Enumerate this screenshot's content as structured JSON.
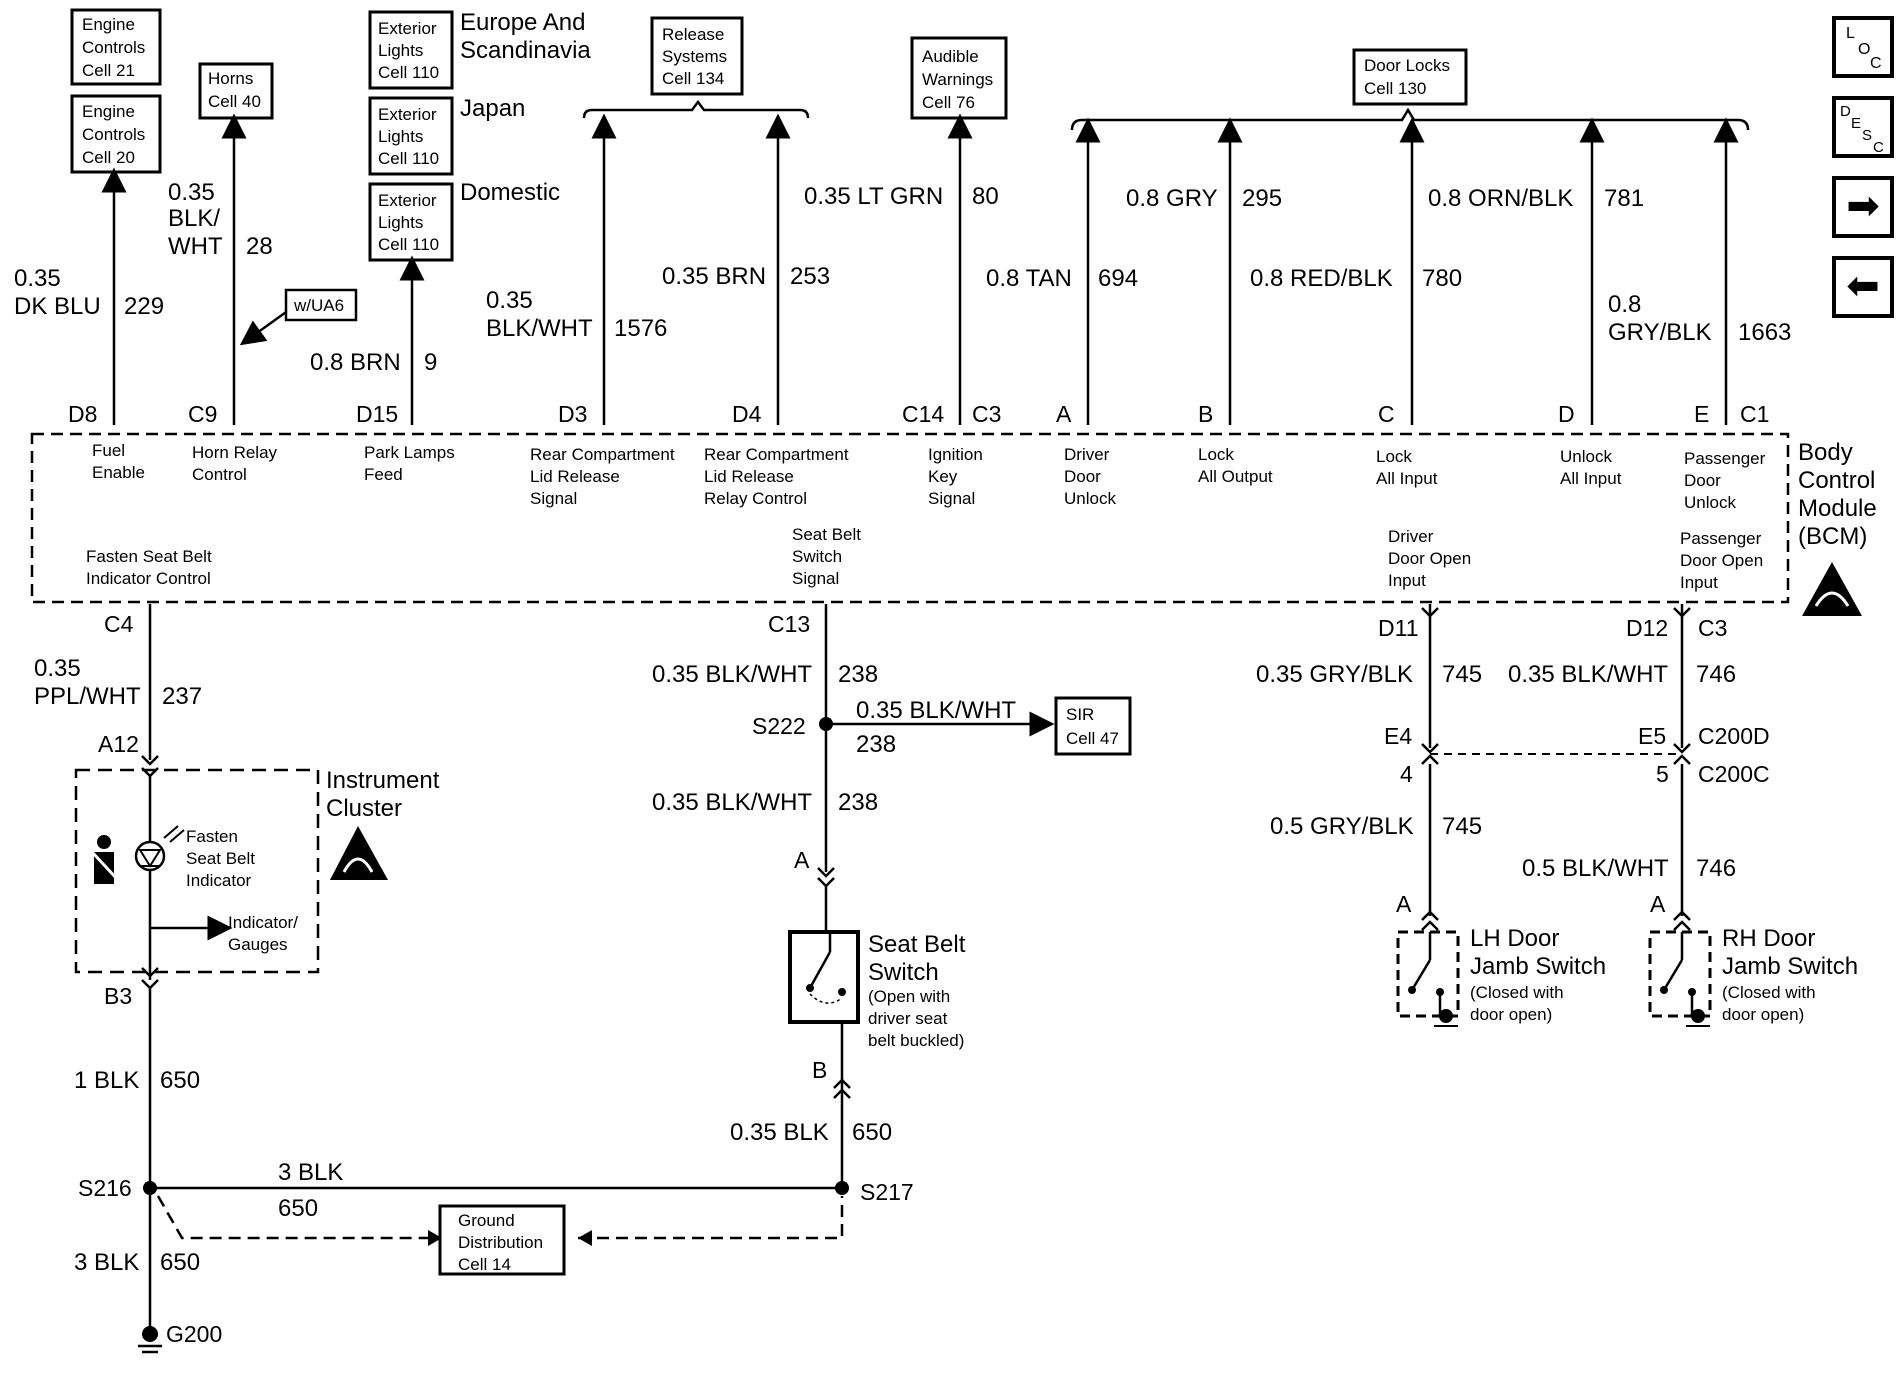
{
  "top_boxes": {
    "engine21": [
      "Engine",
      "Controls",
      "Cell 21"
    ],
    "engine20": [
      "Engine",
      "Controls",
      "Cell 20"
    ],
    "horns": [
      "Horns",
      "Cell 40"
    ],
    "ext_eu": [
      "Exterior",
      "Lights",
      "Cell 110"
    ],
    "ext_jp": [
      "Exterior",
      "Lights",
      "Cell 110"
    ],
    "ext_dom": [
      "Exterior",
      "Lights",
      "Cell 110"
    ],
    "release": [
      "Release",
      "Systems",
      "Cell 134"
    ],
    "audible": [
      "Audible",
      "Warnings",
      "Cell 76"
    ],
    "door_locks": [
      "Door Locks",
      "Cell 130"
    ],
    "sir": [
      "SIR",
      "Cell 47"
    ],
    "ground_dist": [
      "Ground",
      "Distribution",
      "Cell 14"
    ]
  },
  "region_labels": {
    "europe": [
      "Europe And",
      "Scandinavia"
    ],
    "japan": "Japan",
    "domestic": "Domestic",
    "option": "w/UA6"
  },
  "nav": {
    "loc": [
      "L",
      "O",
      "C"
    ],
    "desc": [
      "D",
      "E",
      "S",
      "C"
    ],
    "next_glyph": "➡",
    "prev_glyph": "⬅"
  },
  "bcm": {
    "title": [
      "Body",
      "Control",
      "Module",
      "(BCM)"
    ],
    "top_pins": [
      "D8",
      "C9",
      "D15",
      "D3",
      "D4",
      "C14",
      "C3",
      "A",
      "B",
      "C",
      "D",
      "E",
      "C1"
    ],
    "bottom_pins": [
      "C4",
      "C13",
      "D11",
      "D12",
      "C3"
    ],
    "circuits_top": [
      [
        "Fuel",
        "Enable"
      ],
      [
        "Horn Relay",
        "Control"
      ],
      [
        "Park Lamps",
        "Feed"
      ],
      [
        "Rear Compartment",
        "Lid Release",
        "Signal"
      ],
      [
        "Rear Compartment",
        "Lid Release",
        "Relay Control"
      ],
      [
        "Ignition",
        "Key",
        "Signal"
      ],
      [
        "Driver",
        "Door",
        "Unlock"
      ],
      [
        "Lock",
        "All Output"
      ],
      [
        "Lock",
        "All Input"
      ],
      [
        "Unlock",
        "All Input"
      ],
      [
        "Passenger",
        "Door",
        "Unlock"
      ]
    ],
    "circuits_bottom": [
      [
        "Fasten Seat Belt",
        "Indicator Control"
      ],
      [
        "Seat Belt",
        "Switch",
        "Signal"
      ],
      [
        "Driver",
        "Door Open",
        "Input"
      ],
      [
        "Passenger",
        "Door Open",
        "Input"
      ]
    ]
  },
  "wires_top": [
    {
      "color": [
        "0.35",
        "DK BLU"
      ],
      "num": "229"
    },
    {
      "color": [
        "0.35",
        "BLK/",
        "WHT"
      ],
      "num": "28"
    },
    {
      "color": [
        "0.8 BRN"
      ],
      "num": "9"
    },
    {
      "color": [
        "0.35",
        "BLK/WHT"
      ],
      "num": "1576"
    },
    {
      "color": [
        "0.35 BRN"
      ],
      "num": "253"
    },
    {
      "color": [
        "0.35 LT GRN"
      ],
      "num": "80"
    },
    {
      "color": [
        "0.8 TAN"
      ],
      "num": "694"
    },
    {
      "color": [
        "0.8 GRY"
      ],
      "num": "295"
    },
    {
      "color": [
        "0.8 RED/BLK"
      ],
      "num": "780"
    },
    {
      "color": [
        "0.8 ORN/BLK"
      ],
      "num": "781"
    },
    {
      "color": [
        "0.8",
        "GRY/BLK"
      ],
      "num": "1663"
    }
  ],
  "lower": {
    "c4_wire": [
      "0.35",
      "PPL/WHT",
      "237"
    ],
    "a12": "A12",
    "cluster_title": [
      "Instrument",
      "Cluster"
    ],
    "seatbelt_ind": [
      "Fasten",
      "Seat Belt",
      "Indicator"
    ],
    "ind_gauges": [
      "Indicator/",
      "Gauges"
    ],
    "b3": "B3",
    "blk_1": [
      "1 BLK",
      "650"
    ],
    "s216": "S216",
    "blk_3a": [
      "3 BLK",
      "650"
    ],
    "blk_3b": [
      "3 BLK",
      "650"
    ],
    "g200": "G200",
    "c13_wire": [
      "0.35 BLK/WHT",
      "238"
    ],
    "s222": "S222",
    "sir_wire": [
      "0.35 BLK/WHT",
      "238"
    ],
    "c13_wire2": [
      "0.35 BLK/WHT",
      "238"
    ],
    "pin_a": "A",
    "seat_switch": [
      "Seat Belt",
      "Switch",
      "(Open with",
      "driver seat",
      "belt buckled)"
    ],
    "pin_b": "B",
    "blk_035": [
      "0.35 BLK",
      "650"
    ],
    "s217": "S217",
    "d11_wire": [
      "0.35 GRY/BLK",
      "745"
    ],
    "d12_wire": [
      "0.35 BLK/WHT",
      "746"
    ],
    "e4": "E4",
    "e5": "E5",
    "c200d": "C200D",
    "p4": "4",
    "p5": "5",
    "c200c": "C200C",
    "lh_wire": [
      "0.5 GRY/BLK",
      "745"
    ],
    "rh_wire": [
      "0.5 BLK/WHT",
      "746"
    ],
    "lh_a": "A",
    "rh_a": "A",
    "lh_switch": [
      "LH Door",
      "Jamb Switch",
      "(Closed with",
      "door open)"
    ],
    "rh_switch": [
      "RH Door",
      "Jamb Switch",
      "(Closed with",
      "door open)"
    ]
  }
}
